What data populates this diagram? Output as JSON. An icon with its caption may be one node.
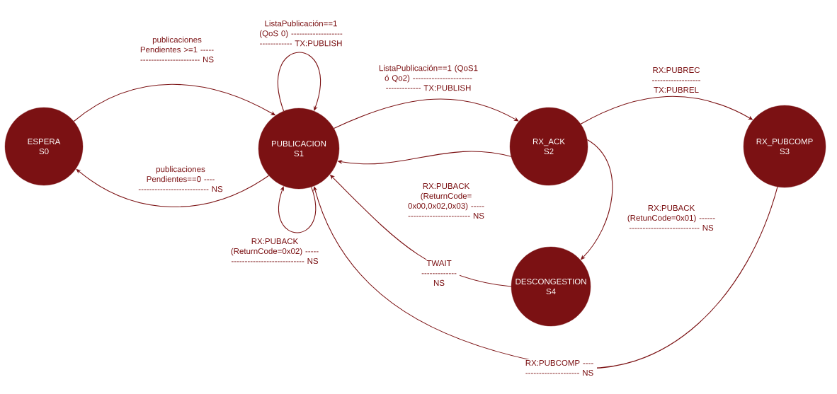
{
  "diagram": {
    "nodes": [
      {
        "text": [
          "ESPERA",
          "S0"
        ]
      },
      {
        "text": [
          "PUBLICACION",
          "S1"
        ]
      },
      {
        "text": [
          "RX_ACK",
          "S2"
        ]
      },
      {
        "text": [
          "RX_PUBCOMP",
          "S3"
        ]
      },
      {
        "text": [
          "DESCONGESTION",
          "S4"
        ]
      }
    ],
    "edges": [
      {
        "from": 0,
        "to": 1,
        "arrow": "to",
        "label": "publicaciones Pendientes >=1 --------------------------- NS"
      },
      {
        "from": 1,
        "to": 0,
        "arrow": "to",
        "label": "publicaciones Pendientes==0 ------------------------------ NS"
      },
      {
        "from": 1,
        "to": 1,
        "arrow": "to",
        "label": "ListaPublicación==1 (QoS 0) ------------------------------- TX:PUBLISH"
      },
      {
        "from": 1,
        "to": 2,
        "arrow": "to",
        "label": "ListaPublicación==1 (QoS1 ó Qo2) ----------------------------------- TX:PUBLISH"
      },
      {
        "from": 2,
        "to": 1,
        "arrow": "to",
        "label": "RX:PUBACK (ReturnCode= 0x00,0x02,0x03) ---------------------------- NS"
      },
      {
        "from": 1,
        "to": 1,
        "arrow": "to",
        "label": "RX:PUBACK (ReturnCode=0x02) -------------------------------- NS"
      },
      {
        "from": 2,
        "to": 3,
        "arrow": "to",
        "label": "RX:PUBREC ------------------ TX:PUBREL"
      },
      {
        "from": 2,
        "to": 4,
        "arrow": "to",
        "label": "RX:PUBACK (RetunCode=0x01) -------------------------------- NS"
      },
      {
        "from": 4,
        "to": 1,
        "arrow": "to",
        "label": "TWAIT ------------- NS"
      },
      {
        "from": 3,
        "to": 1,
        "arrow": "to",
        "label": "RX:PUBCOMP ------------------------ NS"
      }
    ]
  }
}
